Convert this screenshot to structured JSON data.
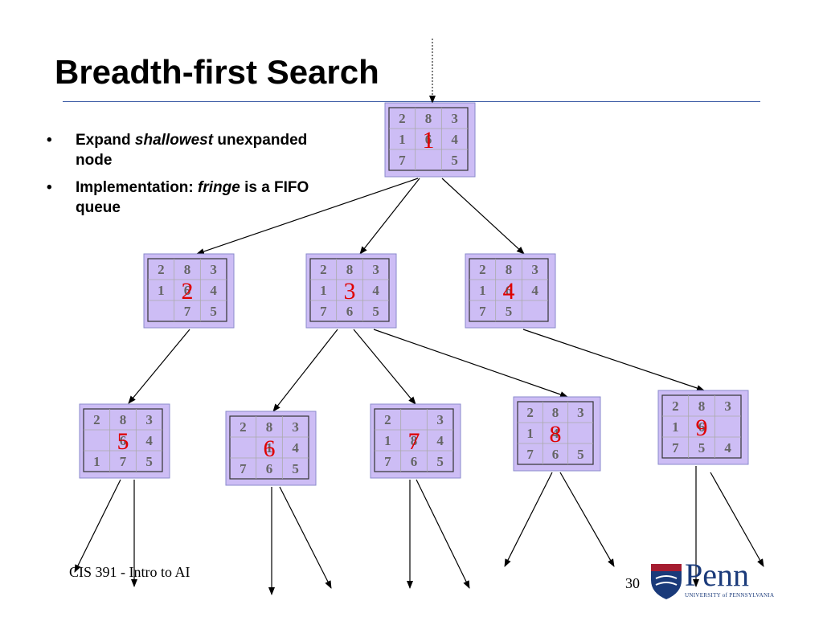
{
  "slide": {
    "title": "Breadth-first Search",
    "bullets": [
      {
        "prefix": "Expand ",
        "em": "shallowest",
        "suffix": " unexpanded node"
      },
      {
        "prefix": "Implementation: ",
        "em": "fringe",
        "suffix": " is a FIFO queue"
      }
    ],
    "footer": "CIS 391 - Intro to AI",
    "page_number": "30",
    "logo": {
      "word": "Penn",
      "subtitle": "UNIVERSITY of PENNSYLVANIA",
      "icon": "penn-shield-icon"
    }
  },
  "colors": {
    "board_fill": "#cdbdf5",
    "board_border": "#8a8acc",
    "order_number": "#e00000",
    "title_rule": "#3b5ba5",
    "cell_text": "#666666"
  },
  "tree": {
    "nodes": [
      {
        "order": "1",
        "board": [
          [
            "2",
            "8",
            "3"
          ],
          [
            "1",
            "6",
            "4"
          ],
          [
            "7",
            "",
            "5"
          ]
        ]
      },
      {
        "order": "2",
        "board": [
          [
            "2",
            "8",
            "3"
          ],
          [
            "1",
            "6",
            "4"
          ],
          [
            "",
            "7",
            "5"
          ]
        ]
      },
      {
        "order": "3",
        "board": [
          [
            "2",
            "8",
            "3"
          ],
          [
            "1",
            "",
            "4"
          ],
          [
            "7",
            "6",
            "5"
          ]
        ]
      },
      {
        "order": "4",
        "board": [
          [
            "2",
            "8",
            "3"
          ],
          [
            "1",
            "6",
            "4"
          ],
          [
            "7",
            "5",
            ""
          ]
        ]
      },
      {
        "order": "5",
        "board": [
          [
            "2",
            "8",
            "3"
          ],
          [
            "",
            "6",
            "4"
          ],
          [
            "1",
            "7",
            "5"
          ]
        ]
      },
      {
        "order": "6",
        "board": [
          [
            "2",
            "8",
            "3"
          ],
          [
            "",
            "1",
            "4"
          ],
          [
            "7",
            "6",
            "5"
          ]
        ]
      },
      {
        "order": "7",
        "board": [
          [
            "2",
            "",
            "3"
          ],
          [
            "1",
            "8",
            "4"
          ],
          [
            "7",
            "6",
            "5"
          ]
        ]
      },
      {
        "order": "8",
        "board": [
          [
            "2",
            "8",
            "3"
          ],
          [
            "1",
            "4",
            ""
          ],
          [
            "7",
            "6",
            "5"
          ]
        ]
      },
      {
        "order": "9",
        "board": [
          [
            "2",
            "8",
            "3"
          ],
          [
            "1",
            "6",
            ""
          ],
          [
            "7",
            "5",
            "4"
          ]
        ]
      }
    ],
    "edges": [
      [
        0,
        1
      ],
      [
        0,
        2
      ],
      [
        0,
        3
      ],
      [
        1,
        4
      ],
      [
        2,
        5
      ],
      [
        2,
        6
      ],
      [
        2,
        7
      ],
      [
        3,
        8
      ]
    ]
  }
}
